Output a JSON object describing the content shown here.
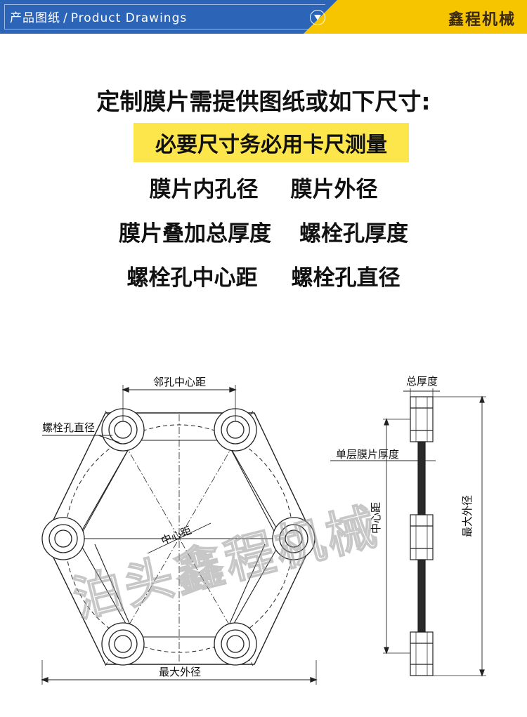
{
  "header": {
    "title_cn": "产品图纸",
    "separator": "/",
    "title_en": "Product Drawings",
    "arrow_icon": "chevron-down-circle-icon",
    "brand": "鑫程机械",
    "colors": {
      "blue": "#2c64b8",
      "yellow": "#f7c400"
    }
  },
  "intro": {
    "heading": "定制膜片需提供图纸或如下尺寸:",
    "highlight": "必要尺寸务必用卡尺测量",
    "highlight_color": "#fde64b",
    "items": [
      "膜片内孔径",
      "膜片外径",
      "膜片叠加总厚度",
      "螺栓孔厚度",
      "螺栓孔中心距",
      "螺栓孔直径"
    ]
  },
  "diagram": {
    "labels": {
      "adjacent_hole_center": "邻孔中心距",
      "bolt_hole_diameter": "螺栓孔直径",
      "center_distance": "中心距",
      "max_outer_diameter": "最大外径",
      "total_thickness": "总厚度",
      "single_layer_thickness": "单层膜片厚度",
      "side_center_distance": "中心距",
      "side_max_outer_diameter": "最大外径"
    },
    "watermark": "泊头鑫程机械"
  }
}
